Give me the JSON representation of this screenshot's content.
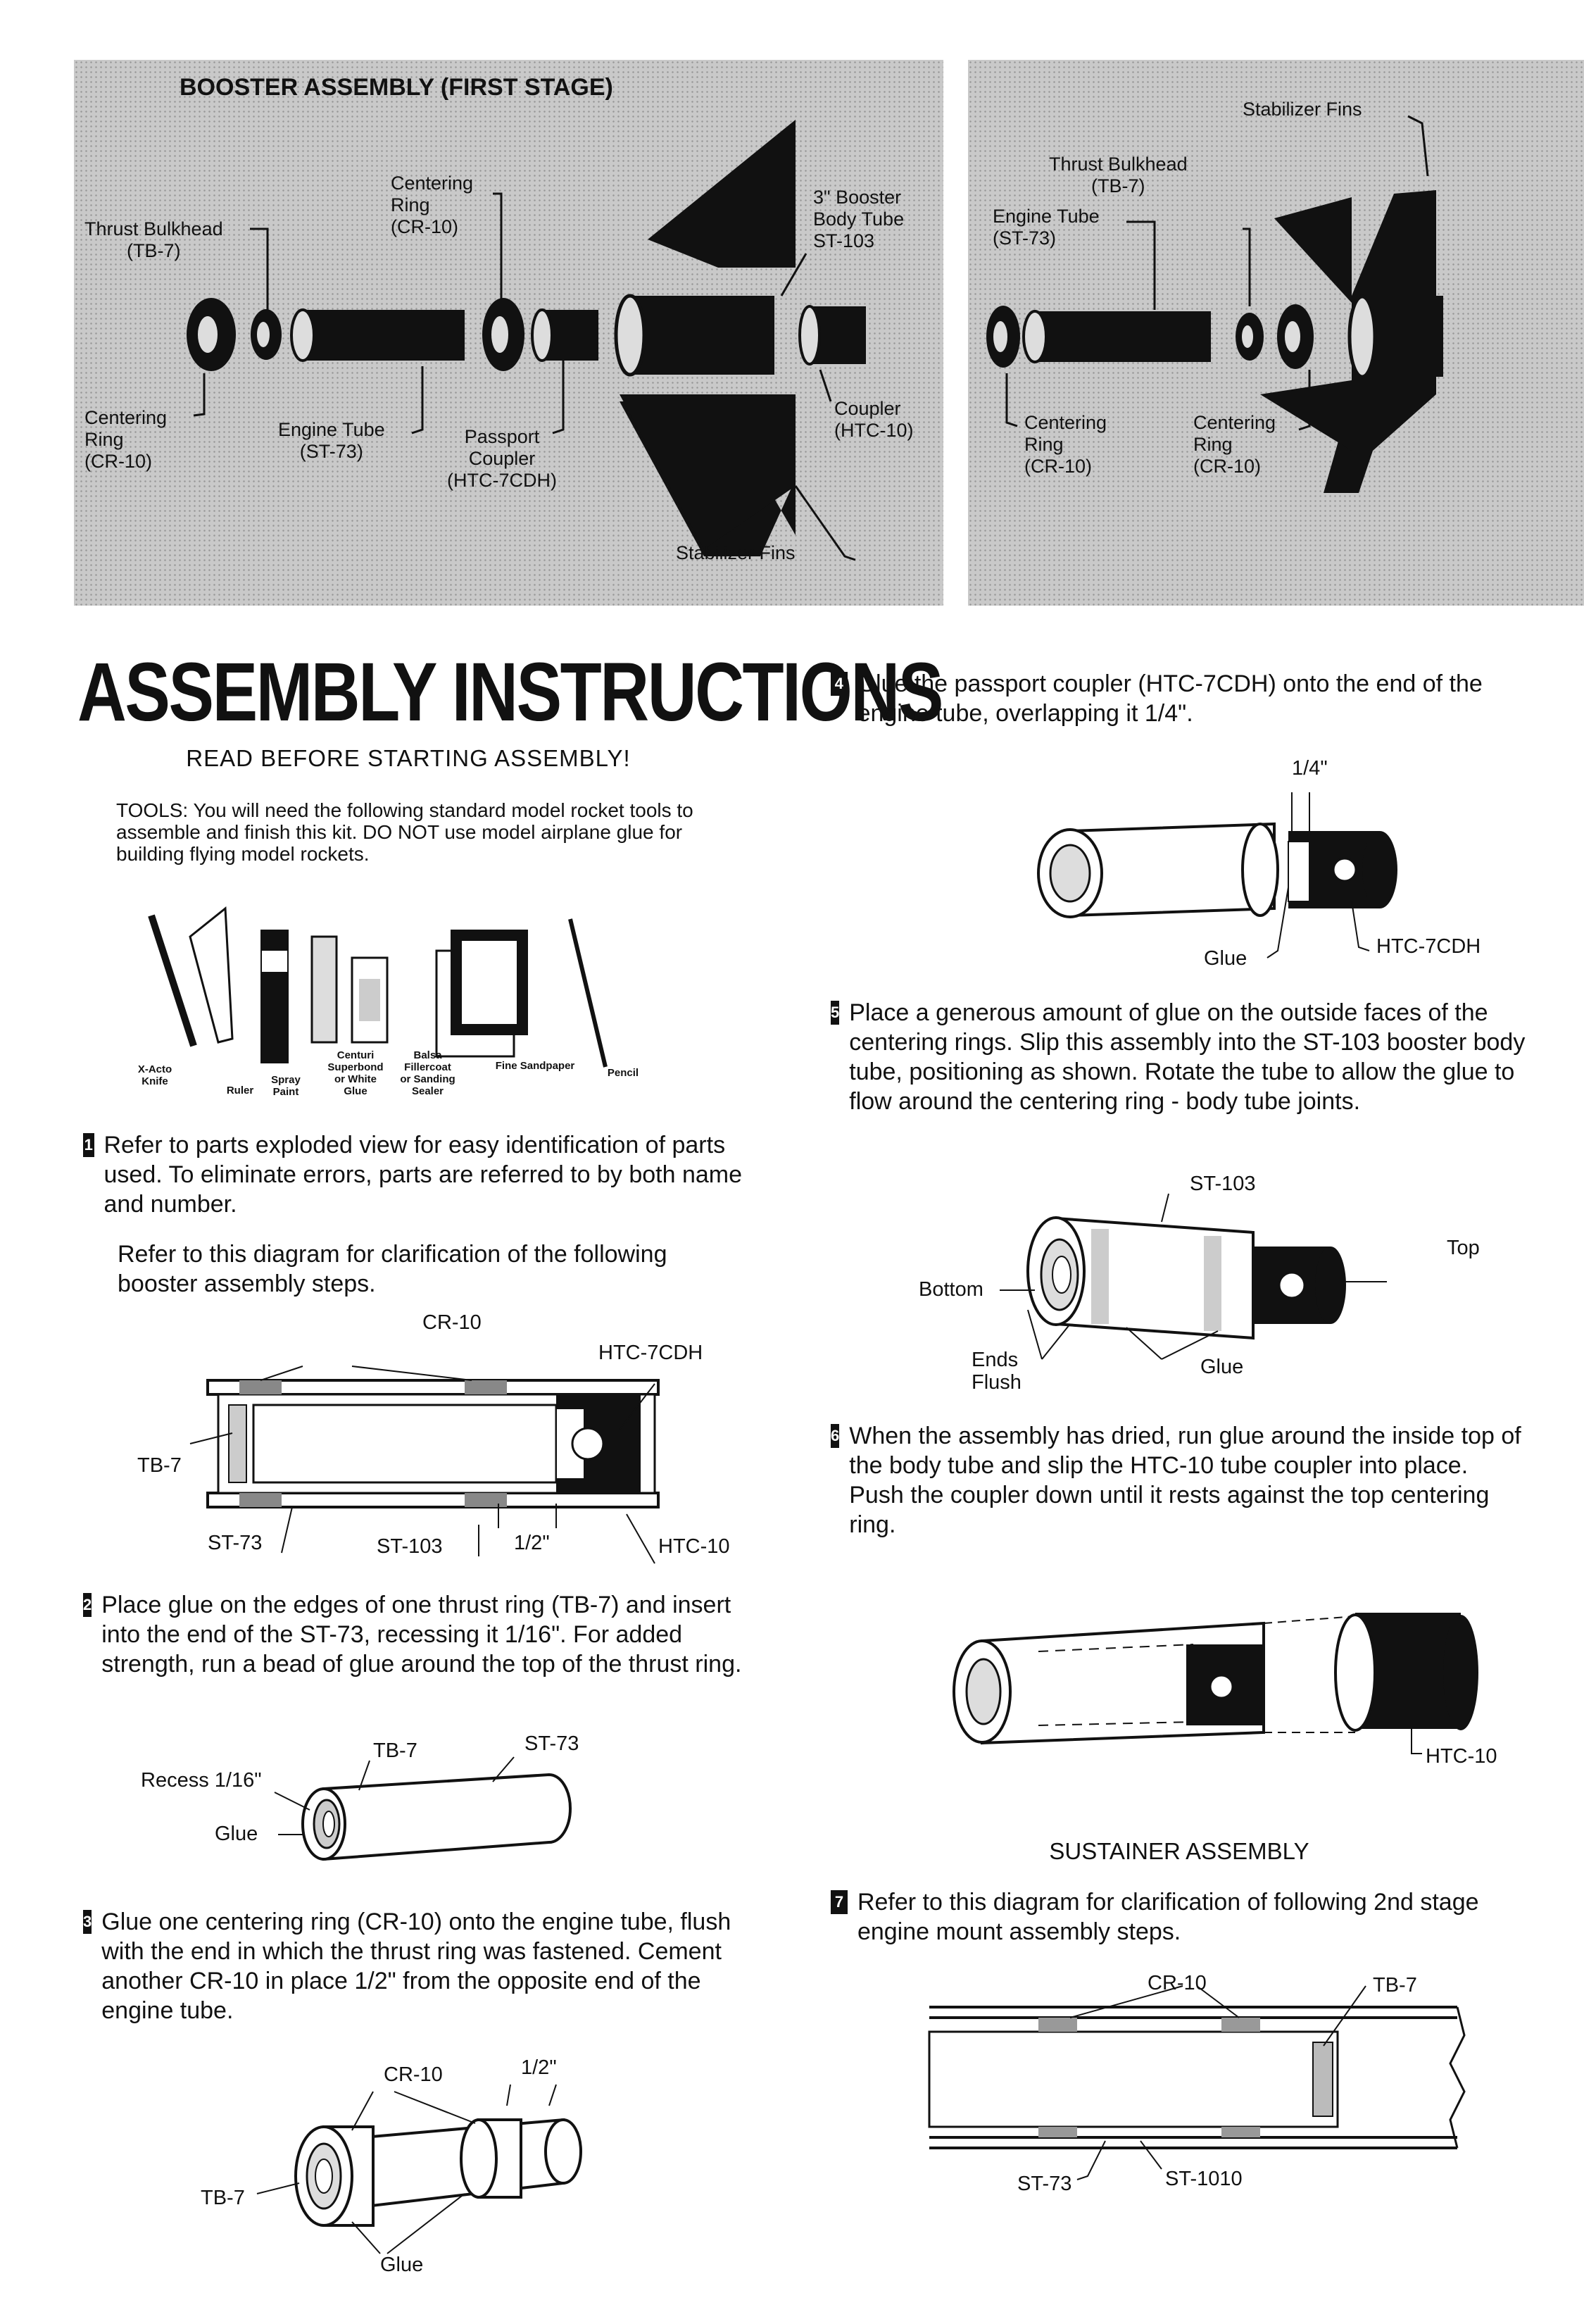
{
  "booster_panel": {
    "title": "BOOSTER ASSEMBLY (FIRST STAGE)",
    "labels": {
      "thrust_bulkhead": "Thrust Bulkhead\n(TB-7)",
      "centering_ring_top": "Centering\nRing\n(CR-10)",
      "booster_body_tube": "3\" Booster\nBody Tube\nST-103",
      "centering_ring_bottom": "Centering\nRing\n(CR-10)",
      "engine_tube": "Engine Tube\n(ST-73)",
      "passport_coupler": "Passport\nCoupler\n(HTC-7CDH)",
      "coupler": "Coupler\n(HTC-10)",
      "stabilizer_fins": "Stabilizer Fins"
    }
  },
  "sustainer_panel": {
    "labels": {
      "stabilizer_fins": "Stabilizer Fins",
      "thrust_bulkhead": "Thrust Bulkhead\n(TB-7)",
      "engine_tube": "Engine Tube\n(ST-73)",
      "centering_ring_left": "Centering\nRing\n(CR-10)",
      "centering_ring_right": "Centering\nRing\n(CR-10)"
    }
  },
  "heading": "ASSEMBLY INSTRUCTIONS",
  "subheading": "READ BEFORE STARTING ASSEMBLY!",
  "tools_text": "TOOLS:  You will need the following standard model rocket tools to assemble and finish this kit. DO NOT use model airplane glue for building flying model rockets.",
  "tools": {
    "xacto": "X-Acto\nKnife",
    "ruler": "Ruler",
    "spray": "Spray\nPaint",
    "glue": "Centuri\nSuperbond\nor White\nGlue",
    "filler": "Balsa\nFillercoat\nor Sanding\nSealer",
    "sandpaper": "Fine Sandpaper",
    "pencil": "Pencil"
  },
  "steps": [
    {
      "num": "1",
      "text": "Refer to parts exploded view for easy identification of parts used. To eliminate errors, parts are referred to by both name and number."
    },
    {
      "num": "2",
      "text": "Place glue on the edges of one thrust ring (TB-7) and insert into the end of the ST-73, recessing it 1/16\". For added strength, run a bead of glue around the top of the thrust ring."
    },
    {
      "num": "3",
      "text": "Glue one centering ring (CR-10) onto the engine tube, flush with the end in which the thrust ring was fastened. Cement another CR-10 in place 1/2\" from the opposite end of the engine tube."
    },
    {
      "num": "4",
      "text": "Glue the passport coupler (HTC-7CDH) onto the end of the engine tube, overlapping it 1/4\"."
    },
    {
      "num": "5",
      "text": "Place a generous amount of glue on the outside faces of the centering rings. Slip this assembly into the ST-103 booster body tube, positioning as shown. Rotate the tube to allow the glue to flow around the centering ring - body tube joints."
    },
    {
      "num": "6",
      "text": "When the assembly has dried, run glue around the inside top of the body tube and slip the HTC-10 tube coupler into place. Push the coupler down until it rests against the top centering ring."
    },
    {
      "num": "7",
      "text": "Refer to this diagram for clarification of following 2nd stage engine mount assembly steps."
    }
  ],
  "step1_extra": "Refer to this diagram for clarification of the following booster assembly steps.",
  "diagram1": {
    "cr10": "CR-10",
    "htc7cdh": "HTC-7CDH",
    "tb7": "TB-7",
    "st73": "ST-73",
    "st103": "ST-103",
    "half": "1/2\"",
    "htc10": "HTC-10"
  },
  "diagram2": {
    "tb7": "TB-7",
    "st73": "ST-73",
    "recess": "Recess 1/16\"",
    "glue": "Glue"
  },
  "diagram3": {
    "cr10": "CR-10",
    "half": "1/2\"",
    "tb7": "TB-7",
    "glue": "Glue"
  },
  "diagram4": {
    "quarter": "1/4\"",
    "glue": "Glue",
    "htc7cdh": "HTC-7CDH"
  },
  "diagram5": {
    "st103": "ST-103",
    "top": "Top",
    "bottom": "Bottom",
    "ends": "Ends\nFlush",
    "glue": "Glue"
  },
  "diagram6": {
    "htc10": "HTC-10"
  },
  "sustainer_heading": "SUSTAINER ASSEMBLY",
  "diagram7": {
    "cr10": "CR-10",
    "tb7": "TB-7",
    "st73": "ST-73",
    "st1010": "ST-1010"
  }
}
